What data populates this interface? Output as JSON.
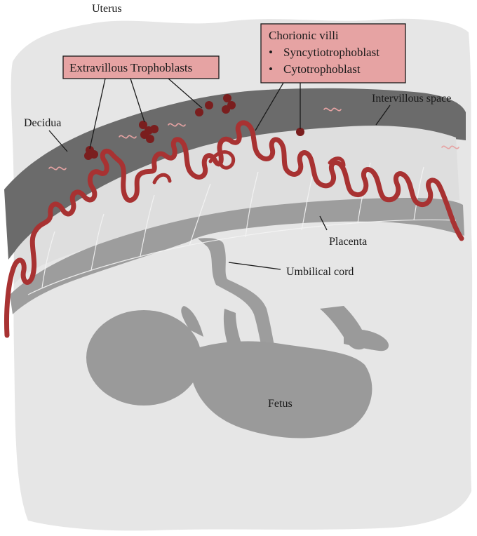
{
  "labels": {
    "uterus": "Uterus",
    "decidua": "Decidua",
    "intervillous_space": "Intervillous space",
    "placenta": "Placenta",
    "umbilical_cord": "Umbilical cord",
    "fetus": "Fetus"
  },
  "extravillous_box": {
    "title": "Extravillous Trophoblasts"
  },
  "chorionic_box": {
    "title": "Chorionic villi",
    "items": [
      "Syncytiotrophoblast",
      "Cytotrophoblast"
    ],
    "bullet": "•"
  },
  "colors": {
    "uterus": "#e6e6e6",
    "decidua": "#6b6b6b",
    "intervillous": "#dedede",
    "placenta": "#9d9d9d",
    "villi_outline": "#a83232",
    "trophoblast_cells": "#7a1e1e",
    "label_box_fill": "#e6a3a3",
    "fetus": "#9a9a9a"
  }
}
